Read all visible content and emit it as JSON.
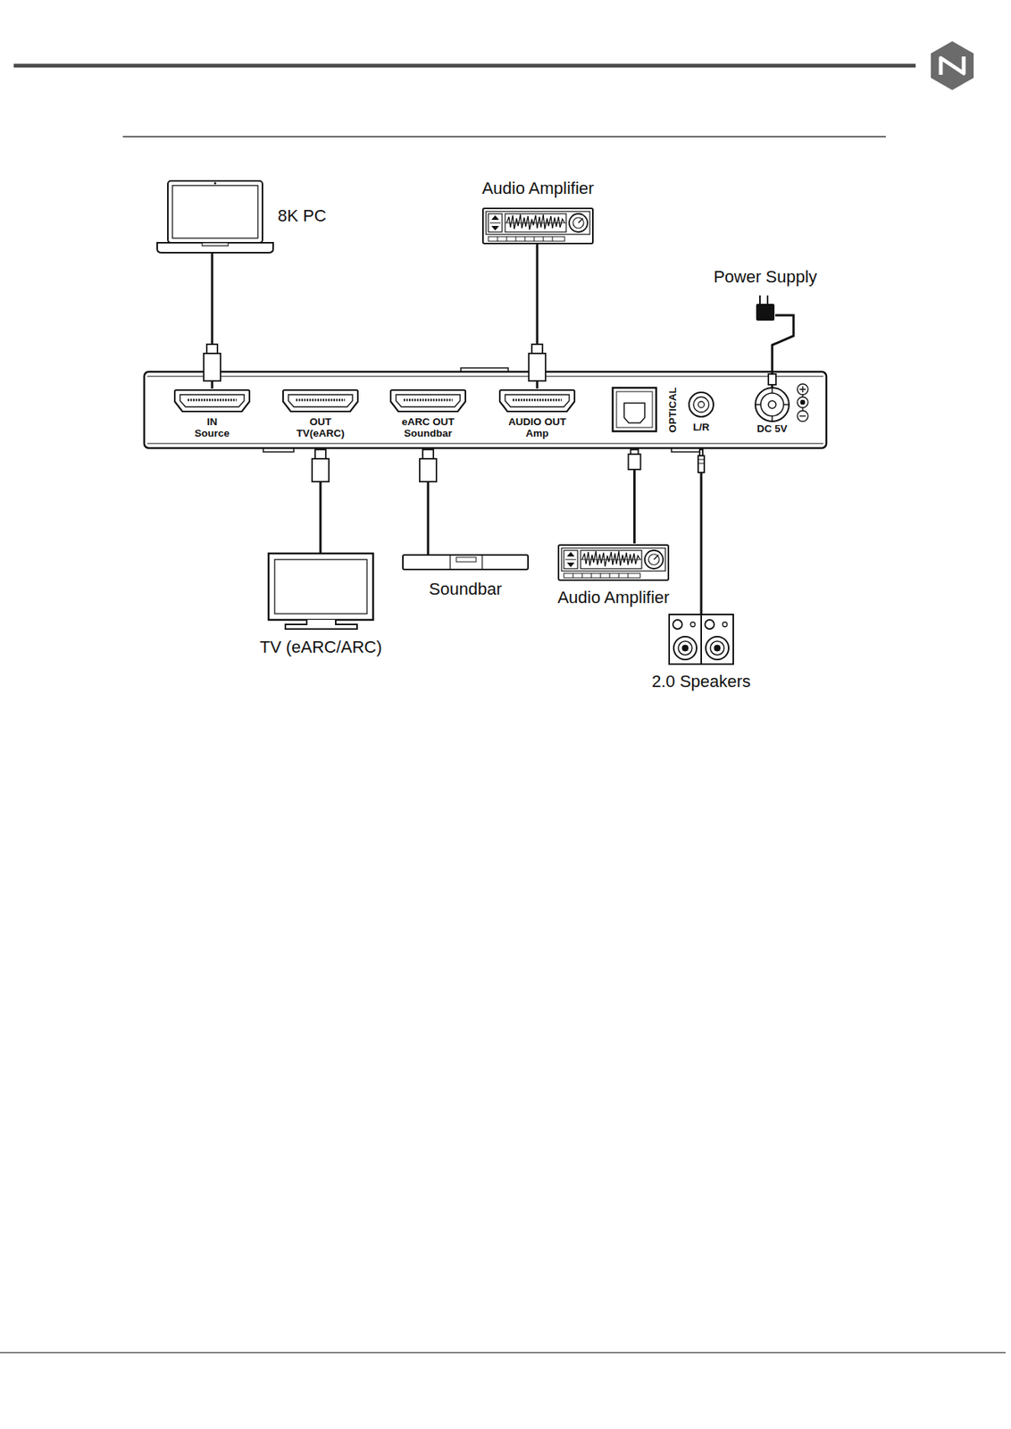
{
  "diagram": {
    "nodes": [
      {
        "text": [
          "8K PC"
        ]
      },
      {
        "text": [
          "Audio Amplifier"
        ]
      },
      {
        "text": [
          "Power Supply"
        ]
      },
      {
        "text": [
          "IN Source"
        ]
      },
      {
        "text": [
          "OUT TV(eARC)"
        ]
      },
      {
        "text": [
          "eARC OUT Soundbar"
        ]
      },
      {
        "text": [
          "AUDIO OUT Amp"
        ]
      },
      {
        "text": [
          "OPTICAL"
        ]
      },
      {
        "text": [
          "L/R"
        ]
      },
      {
        "text": [
          "DC 5V"
        ]
      },
      {
        "text": [
          "TV (eARC/ARC)"
        ]
      },
      {
        "text": [
          "Soundbar"
        ]
      },
      {
        "text": [
          "Audio Amplifier"
        ]
      },
      {
        "text": [
          "2.0 Speakers"
        ]
      }
    ],
    "edges": [
      {
        "from": 0,
        "to": 3,
        "arrow": "none"
      },
      {
        "from": 6,
        "to": 1,
        "arrow": "none"
      },
      {
        "from": 2,
        "to": 9,
        "arrow": "none"
      },
      {
        "from": 4,
        "to": 10,
        "arrow": "none"
      },
      {
        "from": 5,
        "to": 11,
        "arrow": "none"
      },
      {
        "from": 7,
        "to": 12,
        "arrow": "none"
      },
      {
        "from": 8,
        "to": 13,
        "arrow": "none"
      }
    ]
  }
}
